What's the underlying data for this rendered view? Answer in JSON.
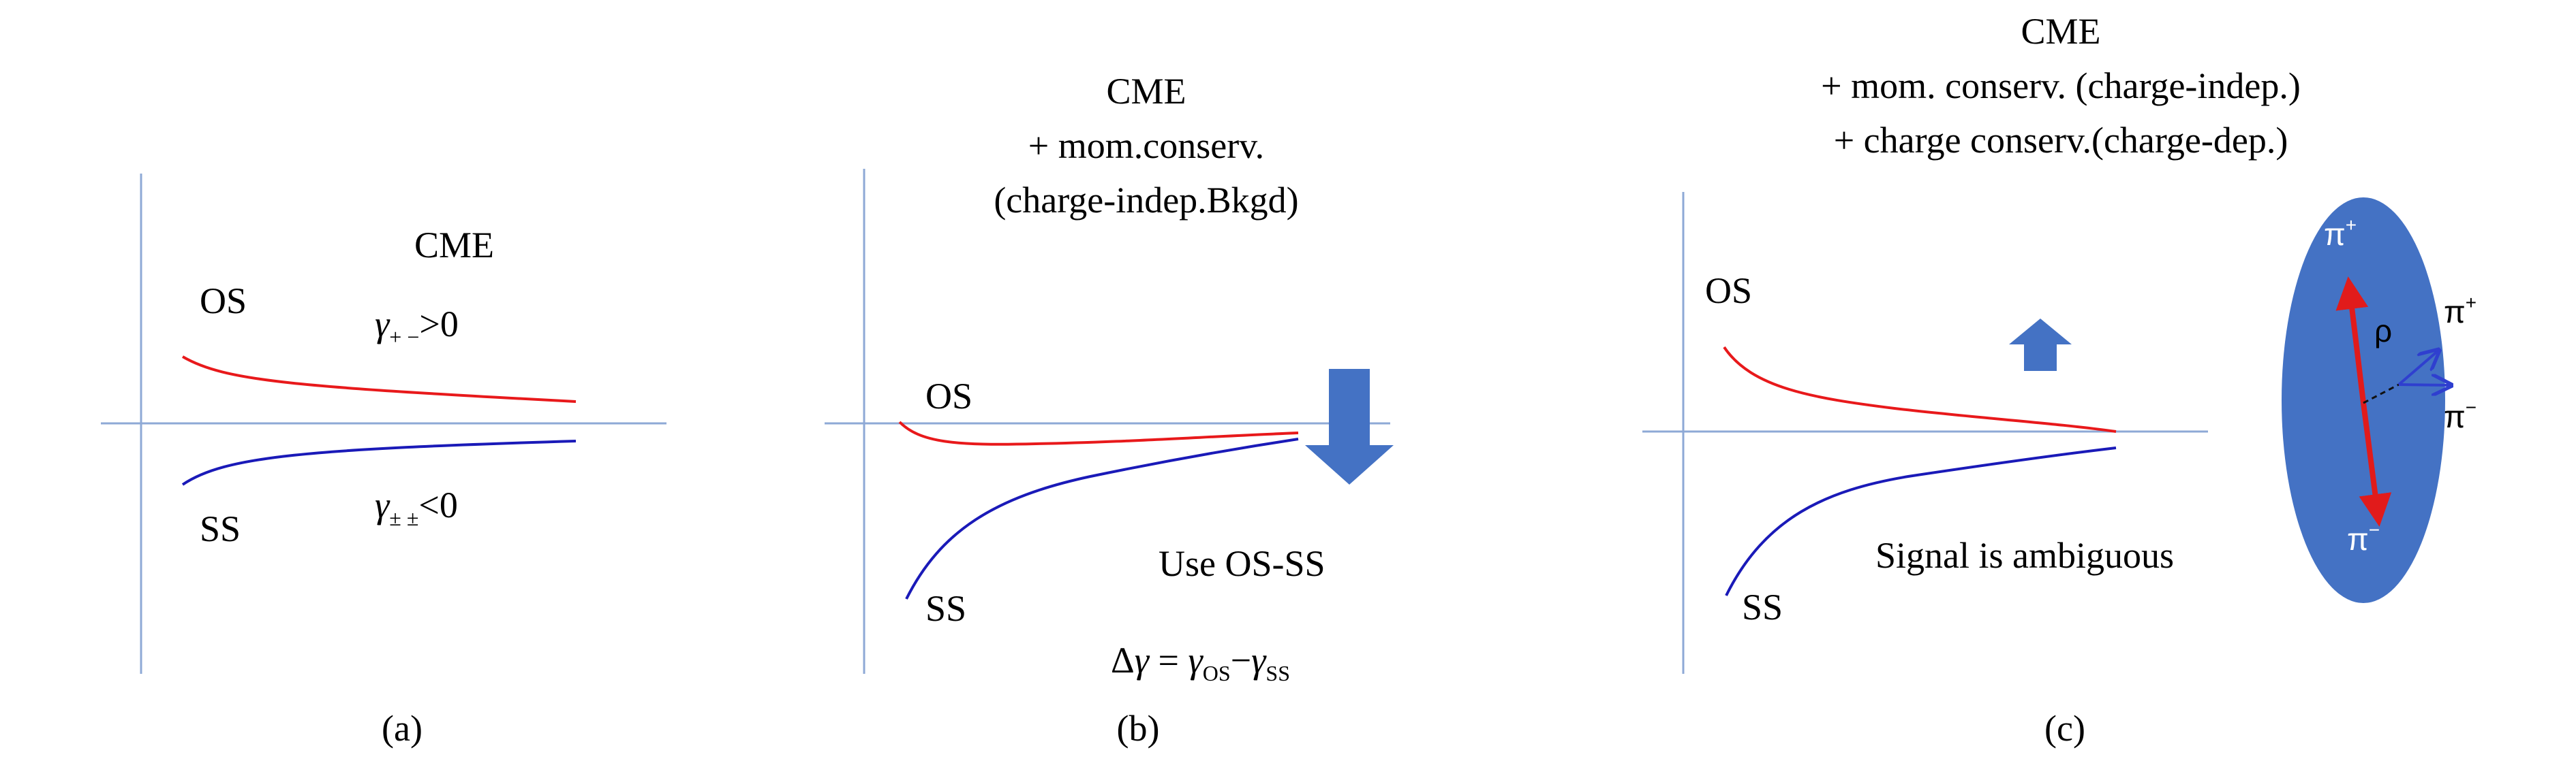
{
  "colors": {
    "axis": "#8ea9d6",
    "os_curve": "#e8191b",
    "ss_curve": "#1a1ab8",
    "shape_fill": "#4472c4",
    "pion_arrow": "#e11b1b",
    "pion_text": "#ffffff",
    "momentum_arrow": "#2f3fcf",
    "text": "#000000"
  },
  "panels": [
    {
      "caption": "(a)",
      "title": "CME",
      "os_label": "OS",
      "ss_label": "SS",
      "gamma_os": {
        "symbol": "γ",
        "sub": "+ −",
        "rel": ">0"
      },
      "gamma_ss": {
        "symbol": "γ",
        "sub": "± ±",
        "rel": "<0"
      }
    },
    {
      "caption": "(b)",
      "title_lines": [
        "CME",
        "+ mom.conserv.",
        "(charge-indep.Bkgd)"
      ],
      "os_label": "OS",
      "ss_label": "SS",
      "use_text": "Use OS-SS",
      "delta_gamma": {
        "delta": "Δ",
        "gamma": "γ",
        "eq": " = ",
        "g1": "γ",
        "sub1": "OS",
        "minus": "−",
        "g2": "γ",
        "sub2": "SS"
      }
    },
    {
      "caption": "(c)",
      "title_lines": [
        "CME",
        "+ mom. conserv. (charge-indep.)",
        "+ charge conserv.(charge-dep.)"
      ],
      "os_label": "OS",
      "ss_label": "SS",
      "signal_text": "Signal is ambiguous",
      "particles": {
        "pi": "π",
        "plus": "+",
        "minus": "−",
        "rho": "ρ"
      }
    }
  ]
}
